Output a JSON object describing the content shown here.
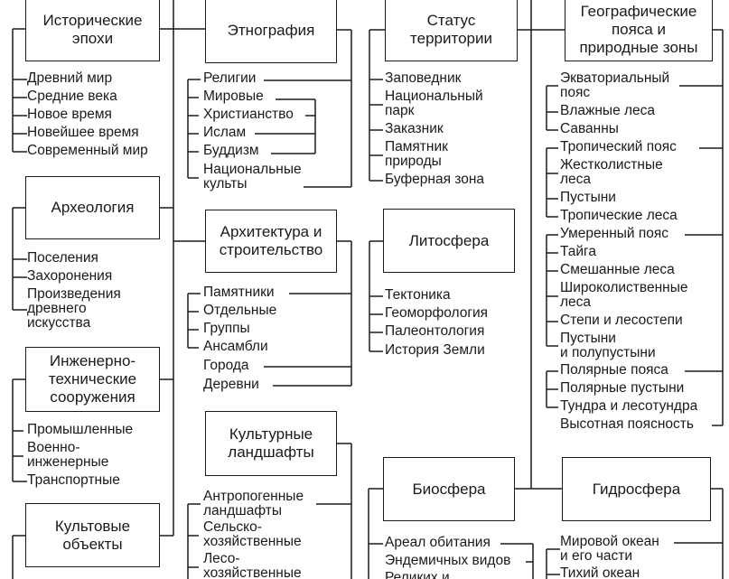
{
  "boxes": [
    {
      "id": "historical-epochs",
      "title": "Исторические\nэпохи",
      "items": [
        "Древний мир",
        "Средние века",
        "Новое время",
        "Новейшее время",
        "Современный мир"
      ]
    },
    {
      "id": "archaeology",
      "title": "Археология",
      "items": [
        "Поселения",
        "Захоронения",
        "Произведения\nдревнего\nискусства"
      ]
    },
    {
      "id": "engineering",
      "title": "Инженерно-\nтехнические\nсооружения",
      "items": [
        "Промышленные",
        "Военно-\nинженерные",
        "Транспортные"
      ]
    },
    {
      "id": "cult-objects",
      "title": "Культовые\nобъекты",
      "items": []
    },
    {
      "id": "ethnography",
      "title": "Этнография",
      "items": [
        "Религии",
        "Мировые",
        "Христианство",
        "Ислам",
        "Буддизм",
        "Национальные\nкульты"
      ]
    },
    {
      "id": "architecture",
      "title": "Архитектура и\nстроительство",
      "items": [
        "Памятники",
        "Отдельные",
        "Группы",
        "Ансамбли",
        "Города",
        "Деревни"
      ]
    },
    {
      "id": "cultural-landscapes",
      "title": "Культурные\nландшафты",
      "items": [
        "Антропогенные\nландшафты",
        "Сельско-\nхозяйственные",
        "Лесо-\nхозяйственные"
      ]
    },
    {
      "id": "territory-status",
      "title": "Статус\nтерритории",
      "items": [
        "Заповедник",
        "Национальный\nпарк",
        "Заказник",
        "Памятник\nприроды",
        "Буферная зона"
      ]
    },
    {
      "id": "lithosphere",
      "title": "Литосфера",
      "items": [
        "Тектоника",
        "Геоморфология",
        "Палеонтология",
        "История Земли"
      ]
    },
    {
      "id": "biosphere",
      "title": "Биосфера",
      "items": [
        "Ареал обитания",
        "Эндемичных видов",
        "Реликих и"
      ]
    },
    {
      "id": "geographic-zones",
      "title": "Географические\nпояса и\nприродные зоны",
      "items": [
        "Экваториальный\nпояс",
        "Влажные леса",
        "Саванны",
        "Тропический пояс",
        "Жестколистные\nлеса",
        "Пустыни",
        "Тропические леса",
        "Умеренный пояс",
        "Тайга",
        "Смешанные леса",
        "Широколиственные\nлеса",
        "Степи и лесостепи",
        "Пустыни\nи полупустыни",
        "Полярные пояса",
        "Полярные пустыни",
        "Тундра и лесотундра",
        "Высотная поясность"
      ]
    },
    {
      "id": "hydrosphere",
      "title": "Гидросфера",
      "items": [
        "Мировой океан\nи его части",
        "Тихий океан"
      ]
    }
  ],
  "colors": {
    "line": "#1a1a1a",
    "background": "#ffffff"
  }
}
